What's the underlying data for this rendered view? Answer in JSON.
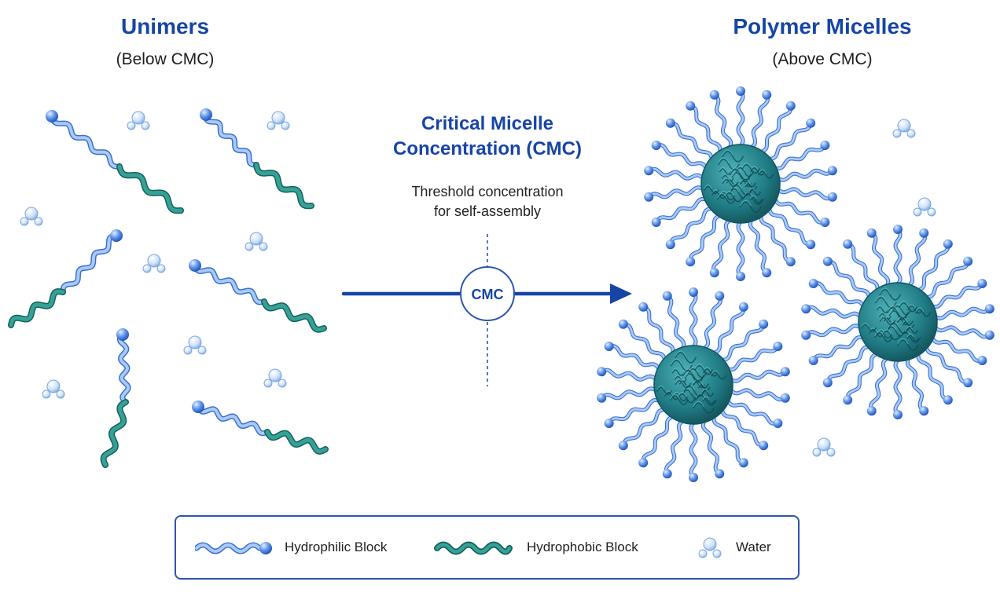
{
  "left": {
    "title": "Unimers",
    "subtitle": "(Below CMC)"
  },
  "right": {
    "title": "Polymer Micelles",
    "subtitle": "(Above CMC)"
  },
  "center": {
    "title_line1": "Critical Micelle",
    "title_line2": "Concentration (CMC)",
    "desc_line1": "Threshold concentration",
    "desc_line2": "for self-assembly",
    "badge": "CMC"
  },
  "legend": {
    "hydrophilic": "Hydrophilic Block",
    "hydrophobic": "Hydrophobic Block",
    "water": "Water"
  },
  "colors": {
    "hydrophilic": "#8bb6f0",
    "hydrophilic_edge": "#3c6fd0",
    "hydrophobic": "#2a8f86",
    "hydrophobic_edge": "#16615b",
    "core": "#2b8c95",
    "accent": "#1745a6"
  }
}
